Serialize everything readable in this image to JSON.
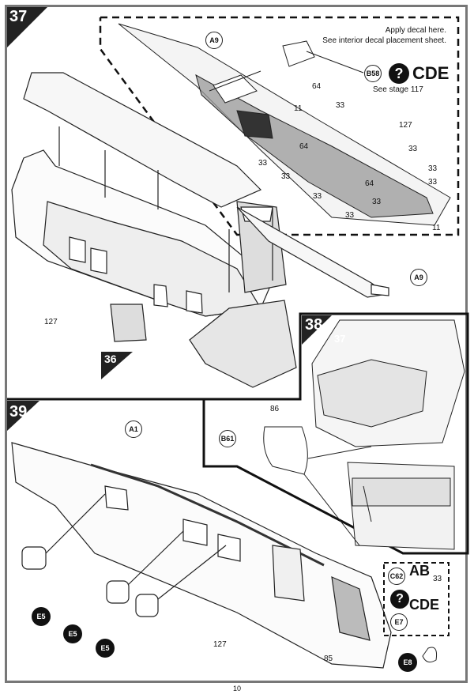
{
  "steps": [
    {
      "number": "37"
    },
    {
      "number": "38"
    },
    {
      "number": "39"
    }
  ],
  "step_refs": {
    "ref36": "36",
    "ref37": "37"
  },
  "note": {
    "line1": "Apply decal here.",
    "line2": "See interior decal placement sheet.",
    "see_stage": "See stage 117"
  },
  "codes": {
    "cde": "CDE",
    "ab": "AB",
    "cde2": "CDE"
  },
  "parts": {
    "A9": "A9",
    "A9b": "A9",
    "B58": "B58",
    "B61": "B61",
    "A1": "A1",
    "C62": "C62",
    "E7": "E7",
    "E8": "E8",
    "E5a": "E5",
    "E5b": "E5",
    "E5c": "E5"
  },
  "decals": {
    "d64a": "64",
    "d64b": "64",
    "d64c": "64",
    "d11a": "11",
    "d11b": "11",
    "d127a": "127",
    "d33a": "33",
    "d33b": "33",
    "d33c": "33",
    "d33d": "33",
    "d33e": "33",
    "d33f": "33",
    "d33g": "33",
    "d33h": "33",
    "d33i": "33",
    "d127b": "127",
    "d86": "86",
    "d127c": "127",
    "d85": "85",
    "d33j": "33"
  },
  "page_number": "10"
}
